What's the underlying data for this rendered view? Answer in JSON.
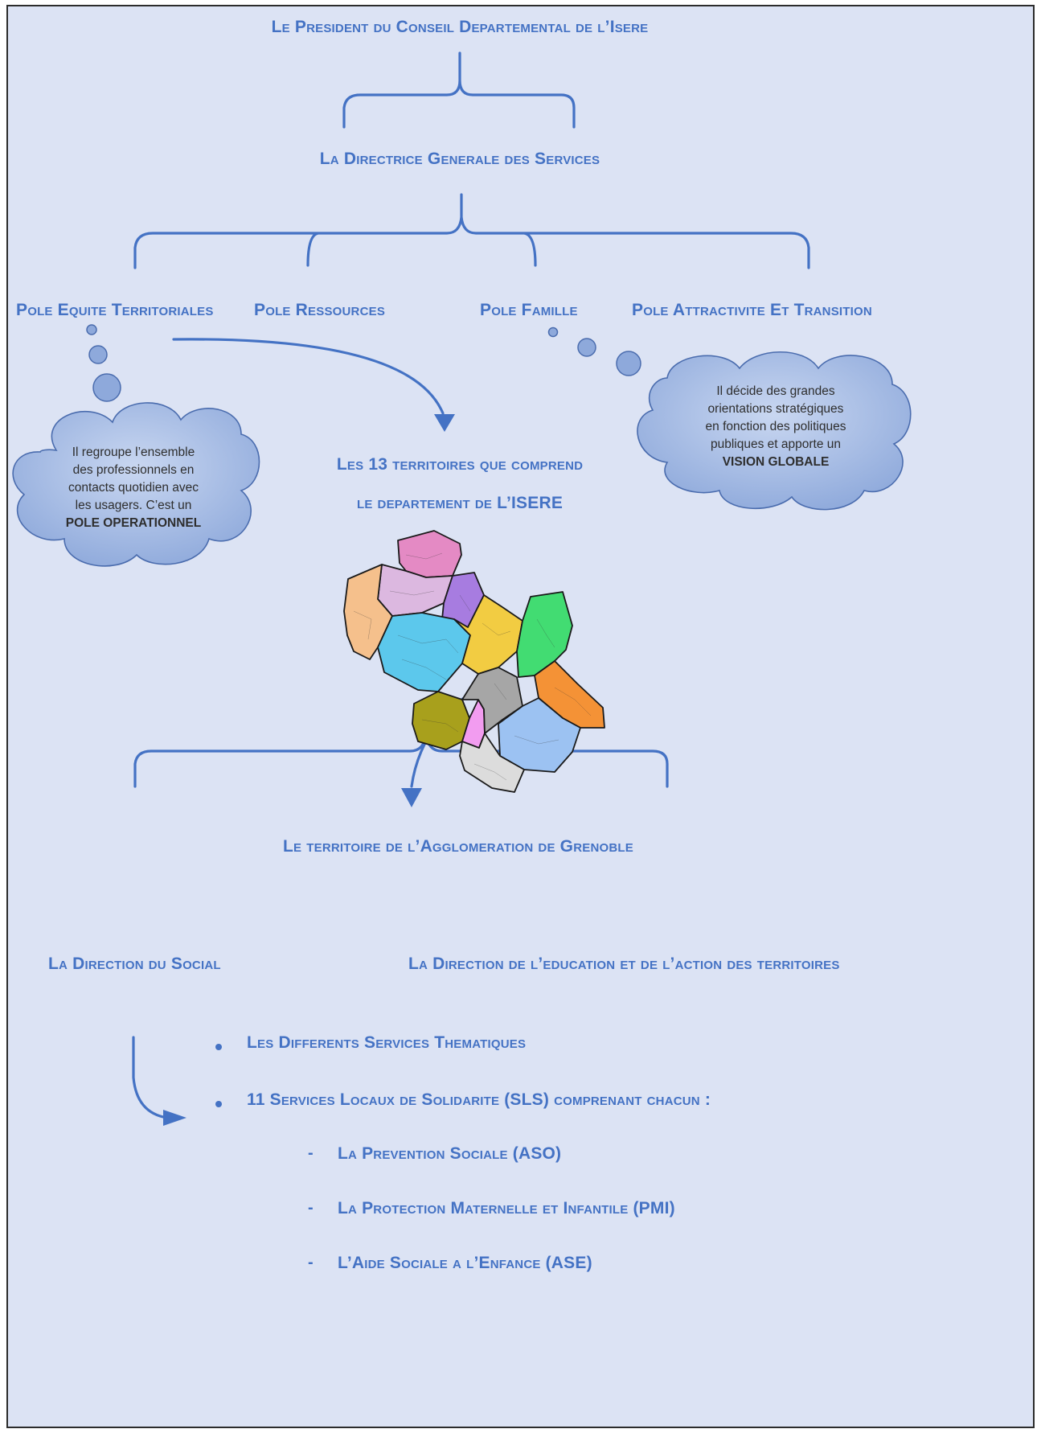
{
  "top": {
    "president": "Le President du Conseil Departemental de l’Isere",
    "directrice": "La Directrice Generale des Services"
  },
  "poles": [
    "Pole Equite Territoriales",
    "Pole Ressources",
    "Pole Famille",
    "Pole Attractivite Et Transition"
  ],
  "cloud_left": {
    "lines": [
      "Il regroupe l’ensemble",
      "des professionnels en",
      "contacts quotidien avec",
      "les usagers. C’est un"
    ],
    "bold": "POLE OPERATIONNEL"
  },
  "cloud_right": {
    "lines": [
      "Il décide des grandes",
      "orientations stratégiques",
      "en fonction des politiques",
      "publiques et apporte un"
    ],
    "bold": "VISION GLOBALE"
  },
  "territories": {
    "line1": "Les 13 territoires que comprend",
    "line2": "le departement de L’ISERE"
  },
  "map_colors": [
    "#e48ac4",
    "#dcb8e0",
    "#a77ce0",
    "#f5c08c",
    "#5cc8ec",
    "#f2cc42",
    "#42dc72",
    "#f49236",
    "#a8a01c",
    "#f29cf0",
    "#a6a6a6",
    "#9cc2f2",
    "#dcdcdc"
  ],
  "agglo": "Le territoire de l’Agglomeration de Grenoble",
  "directions": {
    "social": "La Direction du Social",
    "education": "La Direction de l’education et de l’action des territoires"
  },
  "services": [
    "Les Differents Services Thematiques",
    "11 Services Locaux de Solidarite (SLS) comprenant chacun :"
  ],
  "sub_services": [
    "La Prevention Sociale (ASO)",
    "La Protection Maternelle et Infantile (PMI)",
    "L’Aide Sociale a l’Enfance (ASE)"
  ],
  "colors": {
    "accent": "#4472c4",
    "background": "#dce3f4",
    "cloud": "#8ea9db"
  }
}
